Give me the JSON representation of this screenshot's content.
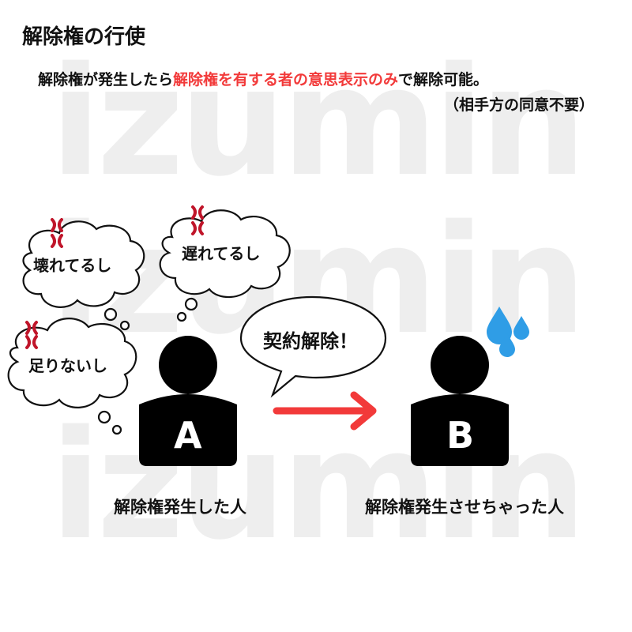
{
  "watermark": "izumin",
  "title": "解除権の行使",
  "description": {
    "part1": "解除権が発生したら",
    "highlight": "解除権を有する者の意思表示のみ",
    "part2": "で解除可能。",
    "note": "（相手方の同意不要）"
  },
  "thoughts": {
    "broken": "壊れてるし",
    "late": "遅れてるし",
    "shortage": "足りないし"
  },
  "speech": "契約解除！",
  "person_a": {
    "letter": "A",
    "caption": "解除権発生した人"
  },
  "person_b": {
    "letter": "B",
    "caption": "解除権発生させちゃった人"
  },
  "colors": {
    "highlight": "#f23a3a",
    "arrow": "#f23a3a",
    "anger": "#c0152a",
    "sweat": "#2f9de6"
  }
}
